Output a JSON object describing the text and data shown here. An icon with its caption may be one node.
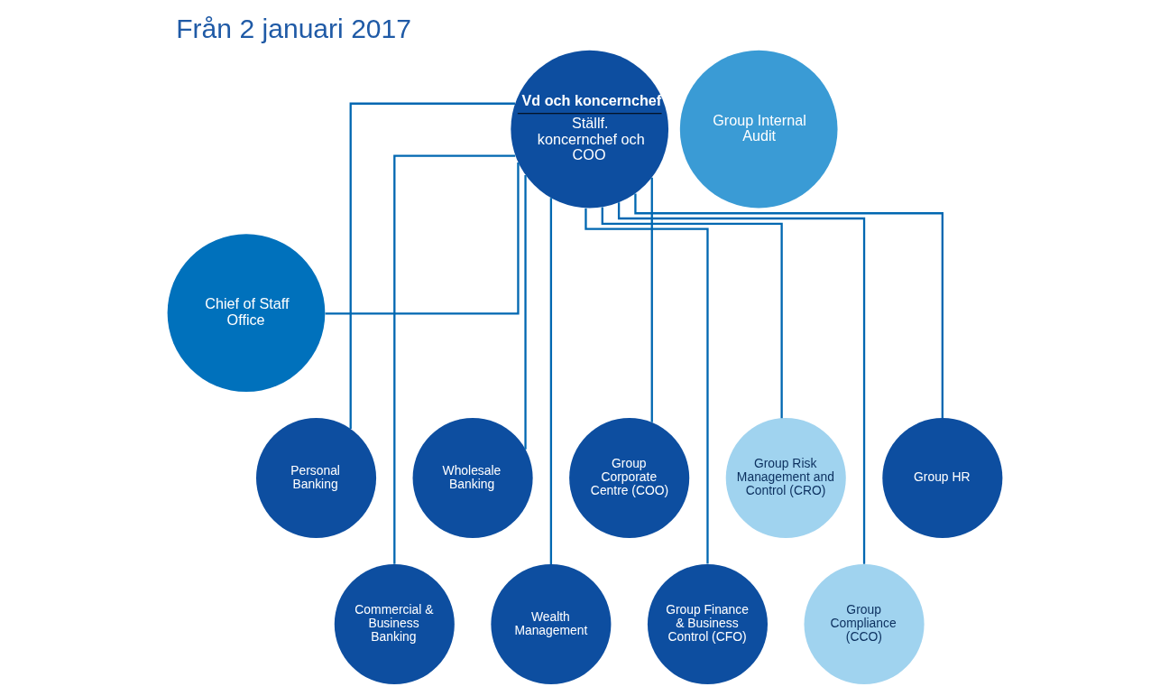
{
  "diagram": {
    "title": "Från 2 januari 2017",
    "nodes": [
      {
        "text": [
          "Vd och koncernchef",
          "Ställf. koncernchef och COO"
        ]
      },
      {
        "text": [
          "Chief of Staff Office"
        ]
      },
      {
        "text": [
          "Group Internal Audit"
        ]
      },
      {
        "text": [
          "Personal Banking"
        ]
      },
      {
        "text": [
          "Commercial & Business Banking"
        ]
      },
      {
        "text": [
          "Wholesale Banking"
        ]
      },
      {
        "text": [
          "Wealth Management"
        ]
      },
      {
        "text": [
          "Group Corporate Centre (COO)"
        ]
      },
      {
        "text": [
          "Group Finance & Business Control (CFO)"
        ]
      },
      {
        "text": [
          "Group Risk Management and Control (CRO)"
        ]
      },
      {
        "text": [
          "Group Compliance (CCO)"
        ]
      },
      {
        "text": [
          "Group HR"
        ]
      }
    ],
    "edges": [
      {
        "from": 0,
        "to": 1,
        "arrow": "none"
      },
      {
        "from": 0,
        "to": 3,
        "arrow": "none"
      },
      {
        "from": 0,
        "to": 4,
        "arrow": "none"
      },
      {
        "from": 0,
        "to": 5,
        "arrow": "none"
      },
      {
        "from": 0,
        "to": 6,
        "arrow": "none"
      },
      {
        "from": 0,
        "to": 7,
        "arrow": "none"
      },
      {
        "from": 0,
        "to": 8,
        "arrow": "none"
      },
      {
        "from": 0,
        "to": 9,
        "arrow": "none"
      },
      {
        "from": 0,
        "to": 10,
        "arrow": "none"
      },
      {
        "from": 0,
        "to": 11,
        "arrow": "none"
      }
    ]
  }
}
